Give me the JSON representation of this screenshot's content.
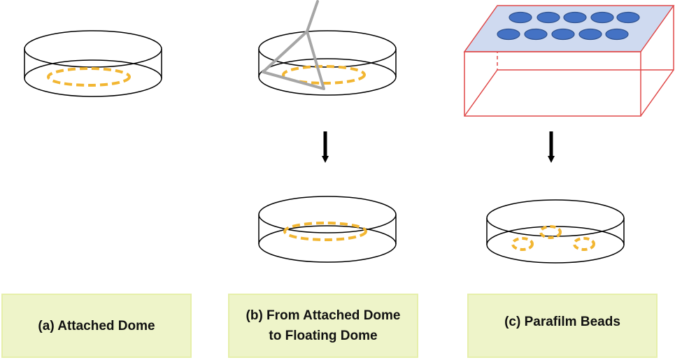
{
  "panels": [
    {
      "id": "a",
      "caption": "(a) Attached Dome"
    },
    {
      "id": "b",
      "caption": "(b) From Attached Dome\nto Floating Dome"
    },
    {
      "id": "c",
      "caption": "(c) Parafilm Beads"
    }
  ],
  "colors": {
    "dish_stroke": "#000000",
    "dome": "#f2b632",
    "spatula": "#a6a6a6",
    "mold_edge": "#e04848",
    "mold_top": "#cfdaf0",
    "bead_fill": "#4472c4",
    "bead_stroke": "#2f528f",
    "arrow": "#000000",
    "caption_bg": "#eef4c9",
    "caption_border": "#e6efaa"
  },
  "icons": [
    "petri-dish-icon",
    "dome-icon",
    "spatula-icon",
    "mold-icon",
    "bead-icon",
    "arrow-down-icon"
  ]
}
